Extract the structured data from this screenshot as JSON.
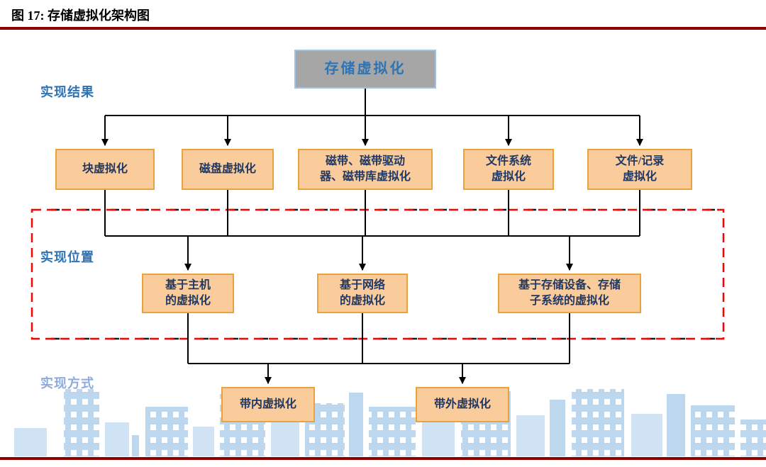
{
  "figure": {
    "title": "图 17: 存储虚拟化架构图"
  },
  "diagram": {
    "root_label": "存储虚拟化",
    "stage_labels": [
      {
        "label": "实现结果"
      },
      {
        "label": "实现位置"
      },
      {
        "label": "实现方式"
      }
    ],
    "result_nodes": [
      {
        "label": "块虚拟化"
      },
      {
        "label": "磁盘虚拟化"
      },
      {
        "label": "磁带、磁带驱动\n器、磁带库虚拟化"
      },
      {
        "label": "文件系统\n虚拟化"
      },
      {
        "label": "文件/记录\n虚拟化"
      }
    ],
    "location_nodes": [
      {
        "label": "基于主机\n的虚拟化"
      },
      {
        "label": "基于网络\n的虚拟化"
      },
      {
        "label": "基于存储设备、存储\n子系统的虚拟化"
      }
    ],
    "method_nodes": [
      {
        "label": "带内虚拟化"
      },
      {
        "label": "带外虚拟化"
      }
    ],
    "colors": {
      "node_fill": "#FBCC9B",
      "node_border": "#E8A33D",
      "root_fill": "#A6A6A6",
      "root_border": "#9DC3E6",
      "root_text": "#2E74B5",
      "stage_label_blue": "#2E74B5",
      "stage_label_light_blue": "#8FAADC",
      "dashed_region_red": "#FF0000",
      "rule_dark_red": "#8C0000",
      "connector_black": "#000000",
      "skyline_blue": "#BDD7EE"
    }
  }
}
